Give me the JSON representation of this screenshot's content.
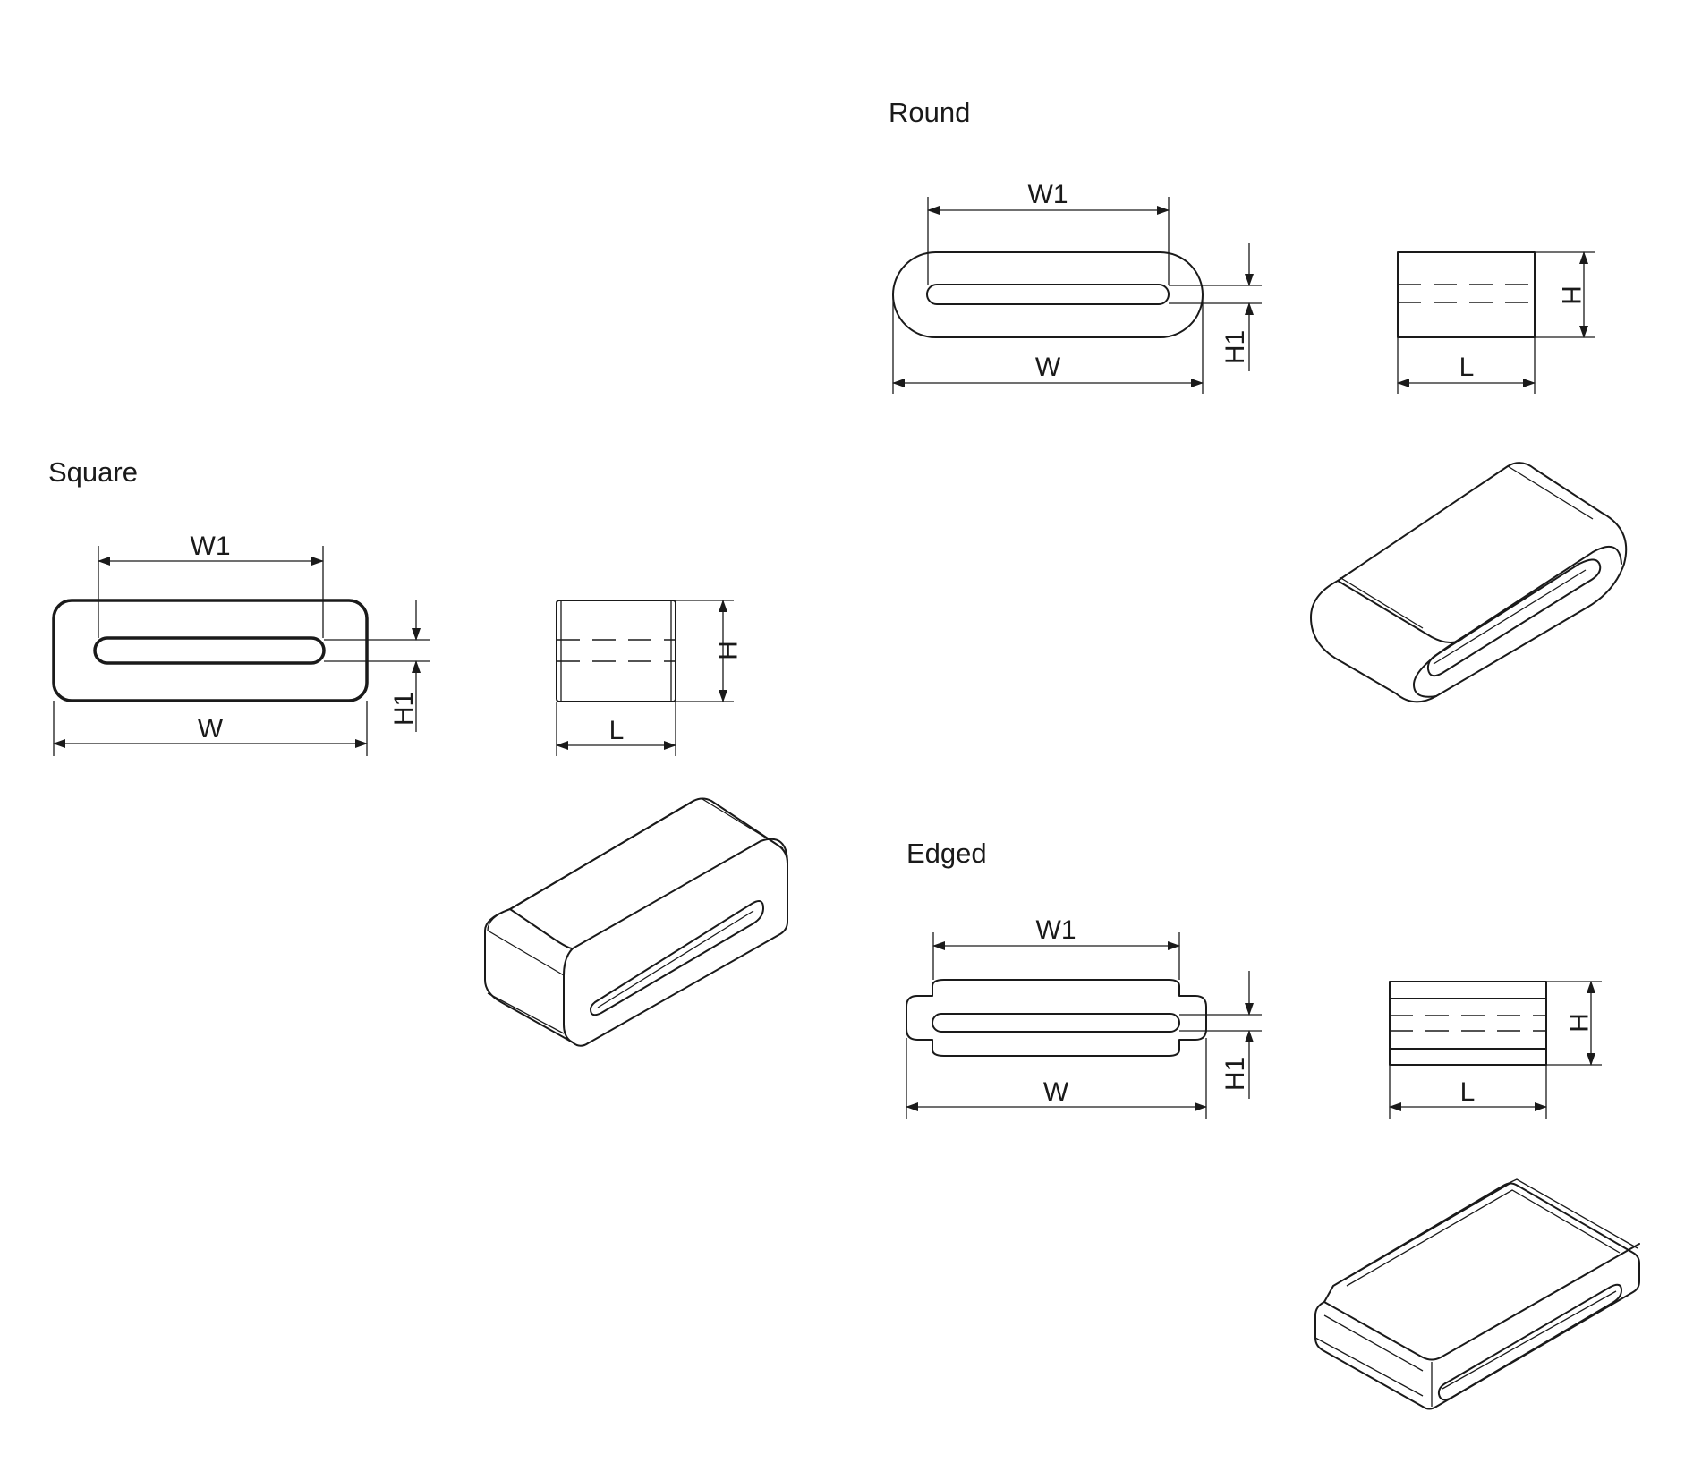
{
  "sections": {
    "square": {
      "title": "Square",
      "labels": {
        "w1": "W1",
        "w": "W",
        "h1": "H1",
        "h": "H",
        "l": "L"
      }
    },
    "round": {
      "title": "Round",
      "labels": {
        "w1": "W1",
        "w": "W",
        "h1": "H1",
        "h": "H",
        "l": "L"
      }
    },
    "edged": {
      "title": "Edged",
      "labels": {
        "w1": "W1",
        "w": "W",
        "h1": "H1",
        "h": "H",
        "l": "L"
      }
    }
  },
  "colors": {
    "line": "#1a1a1a",
    "background": "#ffffff"
  }
}
